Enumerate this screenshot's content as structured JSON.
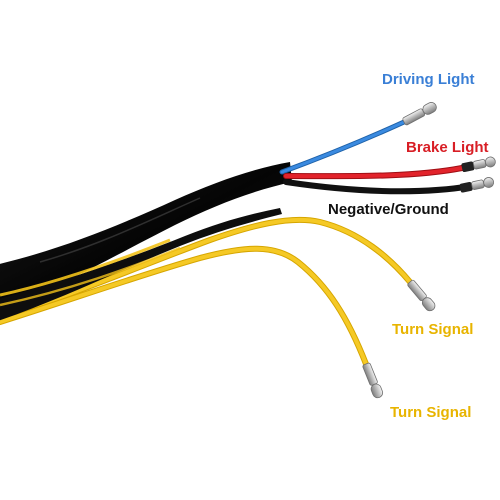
{
  "labels": {
    "driving_light": "Driving Light",
    "brake_light": "Brake Light",
    "negative_ground": "Negative/Ground",
    "turn_signal_1": "Turn Signal",
    "turn_signal_2": "Turn Signal"
  },
  "colors": {
    "driving_light_text": "#3a7fd6",
    "brake_light_text": "#d81e25",
    "negative_ground_text": "#111111",
    "turn_signal_text": "#e8b400",
    "blue_wire": "#2a78c8",
    "red_wire": "#d0141c",
    "black_wire": "#141414",
    "yellow_wire": "#f2c21a",
    "sheath": "#0b0b0b",
    "connector": "#c9c9c9"
  }
}
